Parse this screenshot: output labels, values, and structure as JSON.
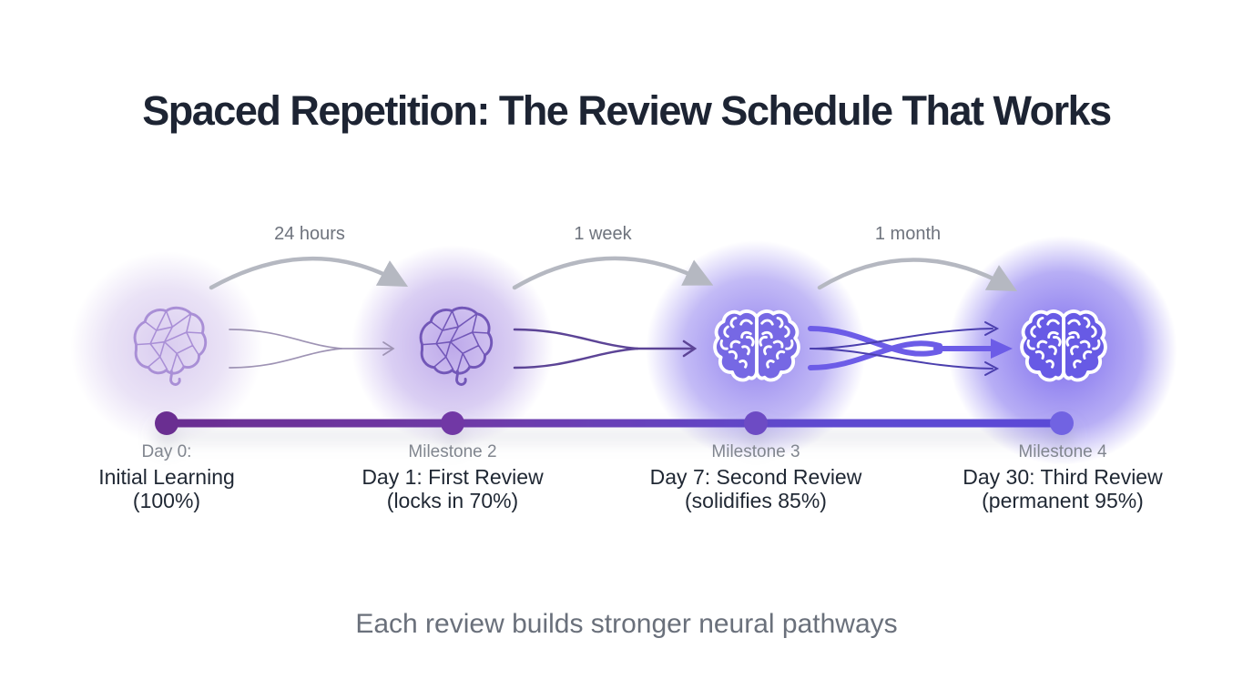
{
  "page": {
    "title": "Spaced Repetition: The Review Schedule That Works",
    "caption": "Each review builds stronger neural pathways"
  },
  "intervals": [
    {
      "label": "24 hours"
    },
    {
      "label": "1 week"
    },
    {
      "label": "1 month"
    }
  ],
  "milestones": [
    {
      "icon": "brain-icon",
      "heading": "Day 0:",
      "title": "Initial Learning",
      "detail": "(100%)"
    },
    {
      "icon": "brain-icon",
      "heading": "Milestone 2",
      "title": "Day 1: First Review",
      "detail": "(locks in 70%)"
    },
    {
      "icon": "brain-icon",
      "heading": "Milestone 3",
      "title": "Day 7: Second Review",
      "detail": "(solidifies 85%)"
    },
    {
      "icon": "brain-icon",
      "heading": "Milestone 4",
      "title": "Day 30: Third Review",
      "detail": "(permanent 95%)"
    }
  ],
  "colors": {
    "title_text": "#1d2433",
    "muted_text": "#81868f",
    "body_text": "#1f2733",
    "arc_arrow_gray": "#b5b8c1",
    "timeline_gradient_start": "#6b2d91",
    "timeline_gradient_end": "#5a4ad7",
    "accent_violet": "#6c5ce7",
    "brain_light_purple": "#a98fd6",
    "brain_mid_purple": "#7257b8"
  }
}
